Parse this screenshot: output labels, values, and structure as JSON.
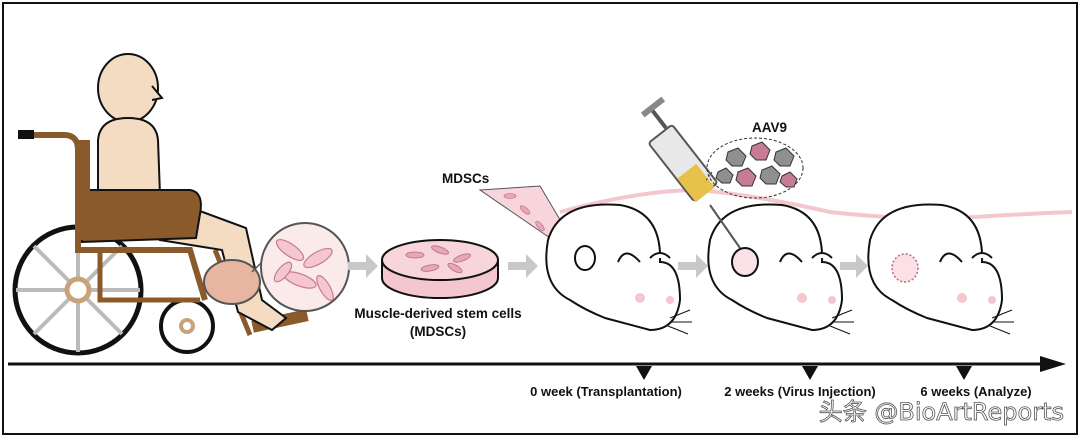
{
  "labels": {
    "mdscs_short": "MDSCs",
    "aav9": "AAV9",
    "muscle_line1": "Muscle-derived stem cells",
    "muscle_line2": "(MDSCs)"
  },
  "timeline": [
    {
      "label": "0 week (Transplantation)"
    },
    {
      "label": "2 weeks (Virus Injection)"
    },
    {
      "label": "6 weeks (Analyze)"
    }
  ],
  "watermark": "头条 @BioArtReports",
  "colors": {
    "skin": "#f3dcc2",
    "chair_brown": "#8a5a2b",
    "pink": "#f4c7cf",
    "arrow_gray": "#c8c8c8",
    "virus": "#c77b94"
  }
}
